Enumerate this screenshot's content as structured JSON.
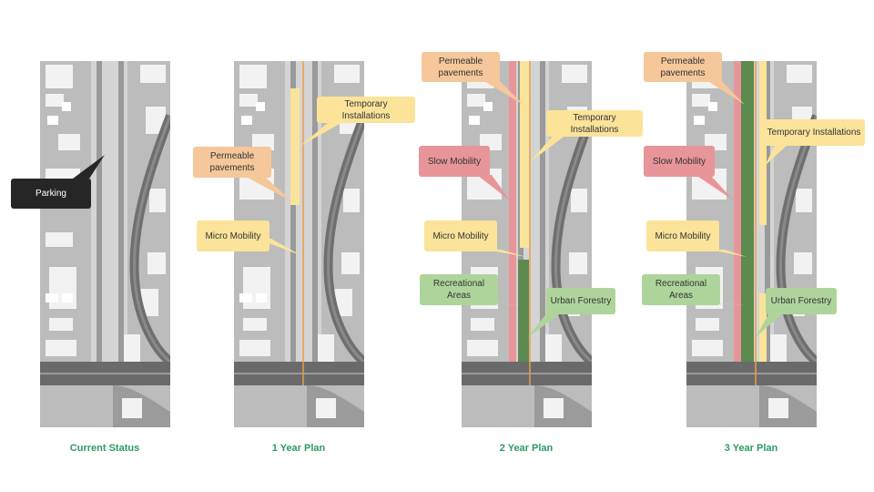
{
  "panels": [
    {
      "caption": "Current Status"
    },
    {
      "caption": "1 Year Plan"
    },
    {
      "caption": "2 Year Plan"
    },
    {
      "caption": "3 Year Plan"
    }
  ],
  "callouts": {
    "p1": {
      "parking": "Parking"
    },
    "p2": {
      "temporary": "Temporary Installations",
      "permeable": "Permeable pavements",
      "micro": "Micro Mobility"
    },
    "p3": {
      "permeable": "Permeable pavements",
      "temporary": "Temporary Installations",
      "slow": "Slow Mobility",
      "micro": "Micro Mobility",
      "recreational": "Recreational Areas",
      "forestry": "Urban Forestry"
    },
    "p4": {
      "permeable": "Permeable pavements",
      "temporary": "Temporary Installations",
      "slow": "Slow Mobility",
      "micro": "Micro Mobility",
      "recreational": "Recreational Areas",
      "forestry": "Urban Forestry"
    }
  },
  "colors": {
    "caption": "#2f9a63",
    "yellow": "#fbe39a",
    "orange": "#f5c79a",
    "red": "#e8959a",
    "green": "#aed49b",
    "forest": "#5d8a4e",
    "dark": "#262626"
  }
}
